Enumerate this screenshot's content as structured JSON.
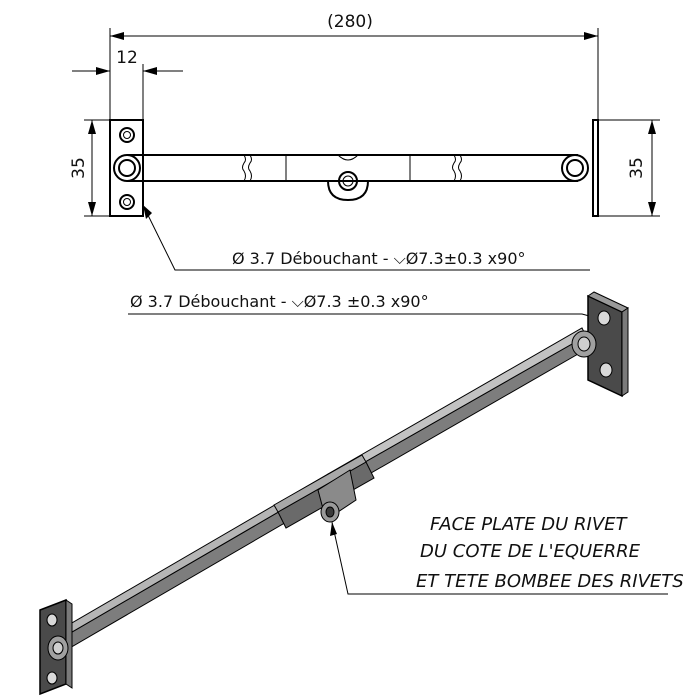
{
  "dimensions": {
    "overall_length": "(280)",
    "bracket_width": "12",
    "left_height": "35",
    "right_height": "35"
  },
  "callouts": {
    "hole_spec_top": "Ø 3.7 Débouchant - ⌵Ø7.3±0.3 x90°",
    "hole_spec_iso": "Ø 3.7 Débouchant - ⌵Ø7.3 ±0.3 x90°"
  },
  "note": {
    "line1": "FACE PLATE DU RIVET",
    "line2": "DU COTE DE L'EQUERRE",
    "line3": "ET TETE BOMBEE DES RIVETS"
  },
  "colors": {
    "line": "#000000",
    "metal_light": "#b9b9b9",
    "metal_mid": "#8f8f8f",
    "metal_dark": "#5e5e5e",
    "metal_shadow": "#3a3a3a"
  }
}
